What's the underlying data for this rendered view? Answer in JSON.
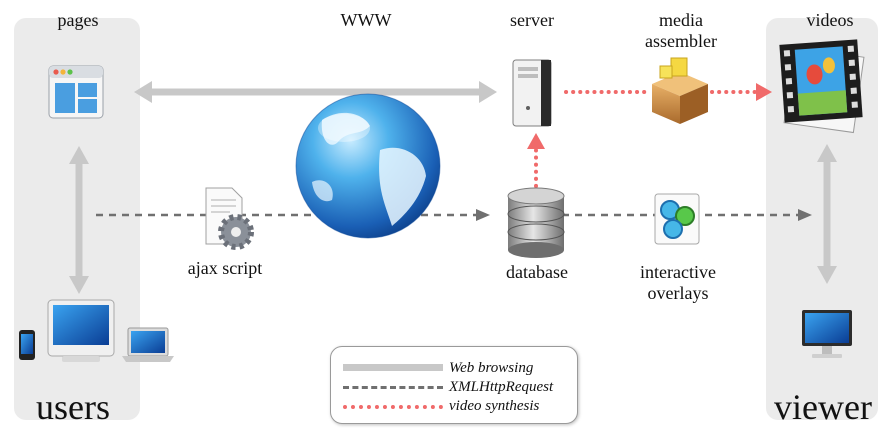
{
  "labels": {
    "pages": "pages",
    "www": "WWW",
    "server": "server",
    "media_assembler": "media\nassembler",
    "videos": "videos",
    "ajax_script": "ajax script",
    "database": "database",
    "interactive_overlays": "interactive\noverlays",
    "users": "users",
    "viewer": "viewer"
  },
  "legend": [
    {
      "label": "Web browsing",
      "style": "solid",
      "color": "#c8c8c8"
    },
    {
      "label": "XMLHttpRequest",
      "style": "dashed",
      "color": "#707070"
    },
    {
      "label": "video synthesis",
      "style": "dotted",
      "color": "#f06a6a"
    }
  ],
  "icons": {
    "pages": "browser-window-icon",
    "www": "globe-icon",
    "server": "server-tower-icon",
    "media_assembler": "package-box-icon",
    "videos": "film-strip-icon",
    "ajax_script": "script-gear-icon",
    "database": "database-cylinder-icon",
    "overlays": "overlay-circles-icon",
    "devices": [
      "iphone-icon",
      "imac-icon",
      "laptop-icon"
    ],
    "viewer_monitor": "monitor-icon"
  },
  "colors": {
    "web_browsing": "#c8c8c8",
    "xmlhttprequest": "#707070",
    "video_synthesis": "#f06a6a",
    "panel": "#ebebeb"
  }
}
